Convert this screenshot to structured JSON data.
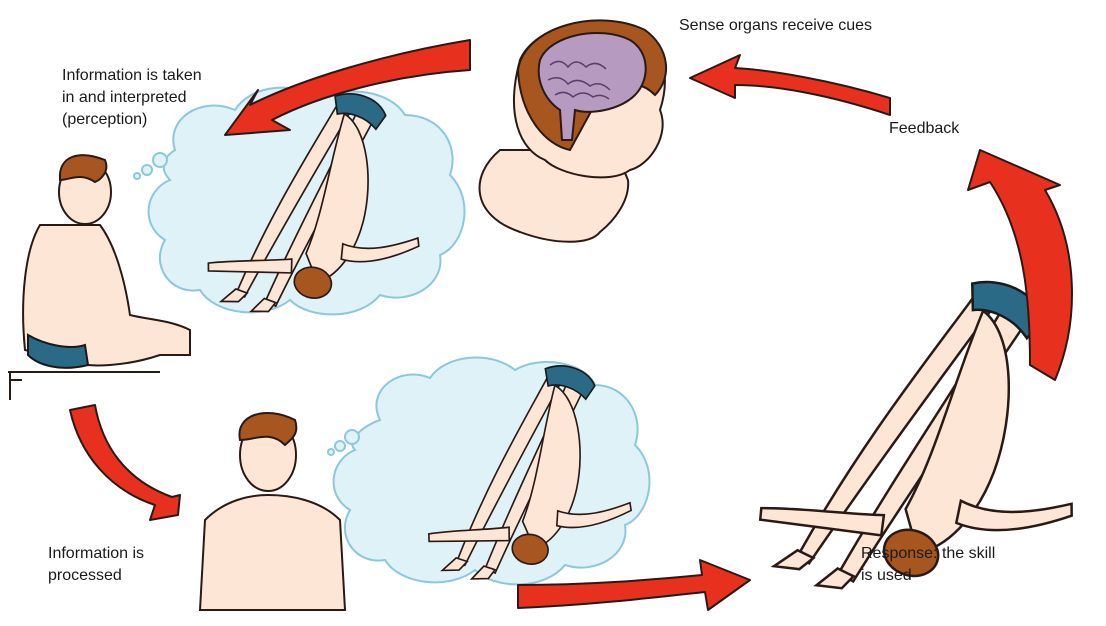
{
  "labels": {
    "sense_organs": "Sense organs receive cues",
    "perception": [
      "Information is taken",
      "in and interpreted",
      "(perception)"
    ],
    "feedback": "Feedback",
    "processed": [
      "Information is",
      "processed"
    ],
    "response": [
      "Response: the skill",
      "is used"
    ]
  },
  "colors": {
    "arrow": "#e8301f",
    "arrow_outline": "#2a1a16",
    "skin": "#fde6d6",
    "hair": "#a8561f",
    "brain": "#b69ac0",
    "swimsuit": "#2b6a86",
    "thought_cloud": "#dff2f8",
    "cloud_outline": "#8cc7dc"
  },
  "icons": [
    "curved-arrow-icon",
    "brain-icon",
    "thought-bubble-icon",
    "diver-figure-icon",
    "seated-boy-icon",
    "boy-bust-icon"
  ]
}
